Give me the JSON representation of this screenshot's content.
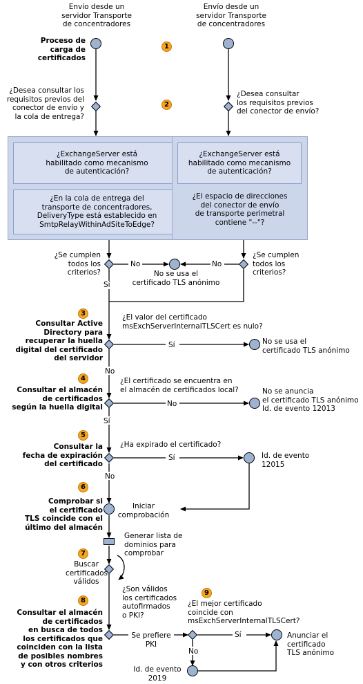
{
  "columns": {
    "left_header": [
      "Envío desde un",
      "servidor Transporte",
      "de concentradores"
    ],
    "right_header": [
      "Envío desde un",
      "servidor Transporte",
      "de concentradores"
    ]
  },
  "steps": [
    {
      "num": "1",
      "label": [
        "Proceso de",
        "carga de",
        "certificados"
      ]
    },
    {
      "num": "2",
      "label": []
    },
    {
      "num": "3",
      "label": [
        "Consultar Active",
        "Directory para",
        "recuperar la huella",
        "digital del certificado",
        "del servidor"
      ]
    },
    {
      "num": "4",
      "label": [
        "Consultar el almacén",
        "de certificados",
        "según la huella digital"
      ]
    },
    {
      "num": "5",
      "label": [
        "Consultar la",
        "fecha de expiración",
        "del certificado"
      ]
    },
    {
      "num": "6",
      "label": [
        "Comprobar si",
        "el certificado",
        "TLS coincide con el",
        "último del almacén"
      ]
    },
    {
      "num": "7",
      "label": []
    },
    {
      "num": "8",
      "label": [
        "Consultar el almacén",
        "de certificados",
        "en busca de todos",
        "los certificados que",
        "coinciden con la lista",
        "de posibles nombres",
        "y con otros criterios"
      ]
    },
    {
      "num": "9",
      "label": []
    }
  ],
  "questions": {
    "left_prereq": [
      "¿Desea consultar los",
      "requisitos previos del",
      "conector de envío y",
      "la cola de entrega?"
    ],
    "right_prereq": [
      "¿Desea consultar",
      "los requisitos previos",
      "del conector de envío?"
    ],
    "left_box1": [
      "¿ExchangeServer está",
      "habilitado como mecanismo",
      "de autenticación?"
    ],
    "left_box2": [
      "¿En la cola de entrega del",
      "transporte de concentradores,",
      "DeliveryType está establecido en",
      "SmtpRelayWithinAdSiteToEdge?"
    ],
    "right_box1": [
      "¿ExchangeServer está",
      "habilitado como mecanismo",
      "de autenticación?"
    ],
    "right_box2": [
      "¿El espacio de direcciones",
      "del conector de envío",
      "de transporte perimetral",
      "contiene \"--\"?"
    ],
    "criteria_left": [
      "¿Se cumplen",
      "todos los",
      "criterios?"
    ],
    "criteria_right": [
      "¿Se cumplen",
      "todos los",
      "criterios?"
    ],
    "q3": [
      "¿El valor del certificado",
      "msExchServerInternalTLSCert es nulo?"
    ],
    "q4": [
      "¿El certificado se encuentra en",
      "el almacén de certificados local?"
    ],
    "q5": [
      "¿Ha expirado el certificado?"
    ],
    "q8": [
      "¿Son válidos",
      "los certificados",
      "autofirmados",
      "o PKI?"
    ],
    "q9": [
      "¿El mejor certificado",
      "coincide con",
      "msExchServerInternalTLSCert?"
    ]
  },
  "outcomes": {
    "no_anon_center": [
      "No se usa el",
      "certificado TLS anónimo"
    ],
    "no_anon_3": [
      "No se usa el",
      "certificado TLS anónimo"
    ],
    "no_announce_4": [
      "No se anuncia",
      "el certificado TLS anónimo",
      "Id. de evento 12013"
    ],
    "event_5": [
      "Id. de evento",
      "12015"
    ],
    "start_check": [
      "Iniciar",
      "comprobación"
    ],
    "gen_list": [
      "Generar lista de",
      "dominios para",
      "comprobar"
    ],
    "search_valid": [
      "Buscar",
      "certificados",
      "válidos"
    ],
    "announce": [
      "Anunciar el",
      "certificado",
      "TLS anónimo"
    ],
    "event_2019": [
      "Id. de evento",
      "2019"
    ]
  },
  "labels": {
    "yes": "Sí",
    "no": "No",
    "pki": [
      "Se prefiere",
      "PKI"
    ]
  }
}
